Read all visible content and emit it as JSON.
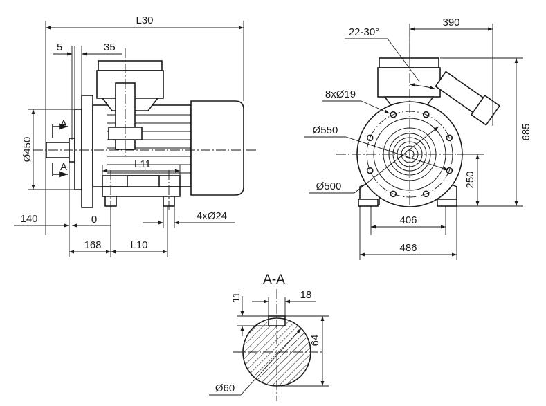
{
  "side_view": {
    "overall_length": "L30",
    "dim_5": "5",
    "dim_35": "35",
    "flange_dia": "Ø450",
    "section_mark_top": "A",
    "section_mark_bottom": "A",
    "terminal_box_dim": "L11",
    "dim_0": "0",
    "dim_140": "140",
    "dim_168": "168",
    "foot_dim": "L10",
    "foot_holes": "4xØ24"
  },
  "front_view": {
    "angle": "22-30°",
    "gland_offset": "390",
    "flange_holes": "8xØ19",
    "pcd": "Ø550",
    "spigot": "Ø500",
    "overall_height": "685",
    "shaft_height": "250",
    "foot_span": "406",
    "foot_width": "486"
  },
  "section": {
    "title": "A-A",
    "key_depth": "11",
    "key_width": "18",
    "key_height": "64",
    "shaft_dia": "Ø60"
  },
  "colors": {
    "line": "#1a1a1a",
    "background": "#ffffff"
  }
}
